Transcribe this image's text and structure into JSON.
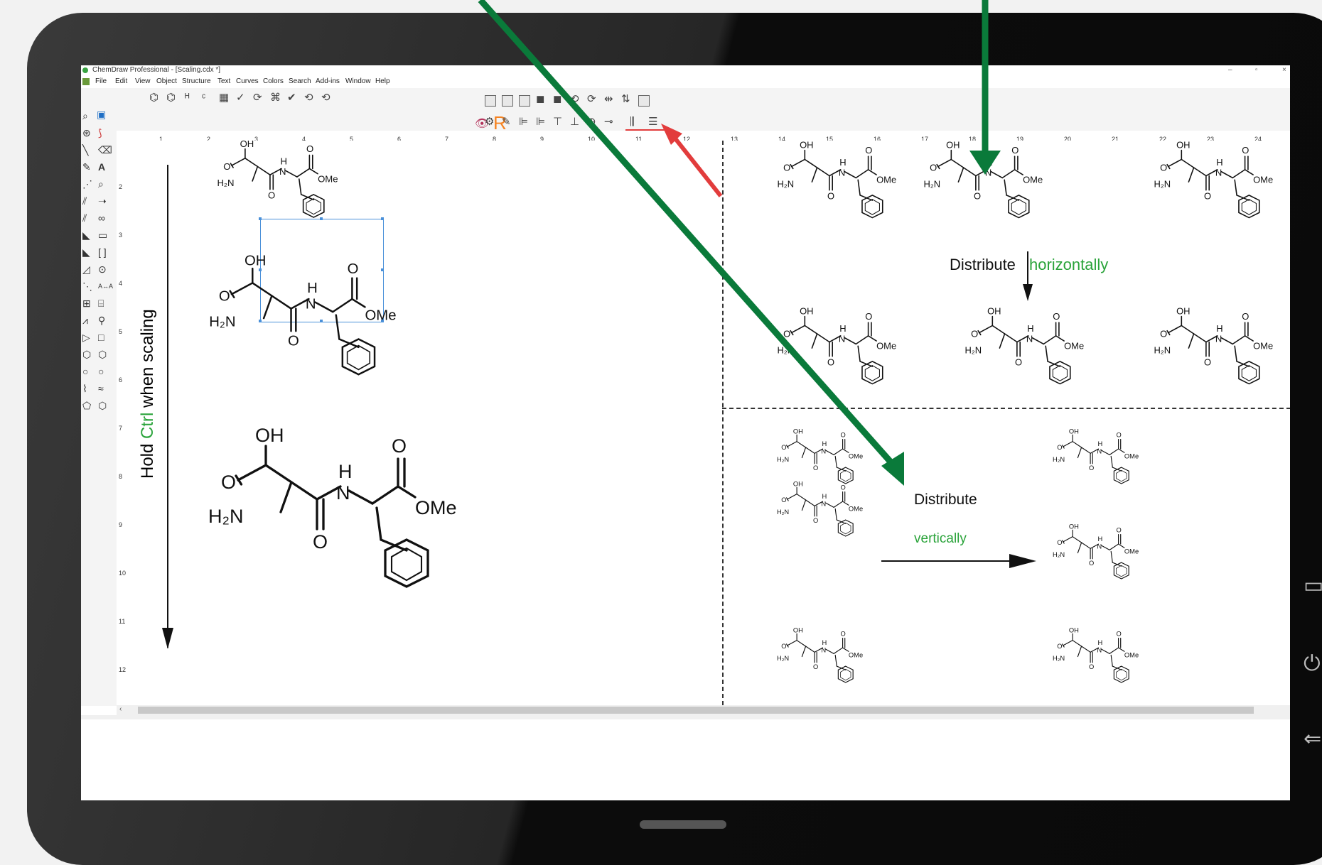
{
  "window": {
    "title": "ChemDraw Professional - [Scaling.cdx *]",
    "controls": [
      "–",
      "▫",
      "×"
    ]
  },
  "menu": {
    "items": [
      "File",
      "Edit",
      "View",
      "Object",
      "Structure",
      "Text",
      "Curves",
      "Colors",
      "Search",
      "Add-ins",
      "Window",
      "Help"
    ]
  },
  "ruler": {
    "ticks": [
      "1",
      "2",
      "3",
      "4",
      "5",
      "6",
      "7",
      "8",
      "9",
      "10",
      "11",
      "12",
      "13",
      "14",
      "15",
      "16",
      "17",
      "18",
      "19",
      "20",
      "21",
      "22",
      "23",
      "24"
    ],
    "vticks": [
      "2",
      "3",
      "4",
      "5",
      "6",
      "7",
      "8",
      "9",
      "10",
      "11",
      "12"
    ]
  },
  "toolbar": {
    "r_logo": "R"
  },
  "molecule": {
    "oh": "OH",
    "o": "O",
    "h2n": "H₂N",
    "h": "H",
    "n": "N",
    "ome": "OMe"
  },
  "annotations": {
    "hold": "Hold ",
    "ctrl": "Ctrl",
    "when_scaling": " when scaling",
    "distribute_h": "Distribute",
    "horizontally": "horizontally",
    "distribute_v": "Distribute",
    "vertically": "vertically"
  },
  "colors": {
    "accent_green": "#0a7a3a",
    "label_green": "#2aa33a",
    "highlight_red": "#e23c3c",
    "selection_blue": "#4a90d9"
  }
}
